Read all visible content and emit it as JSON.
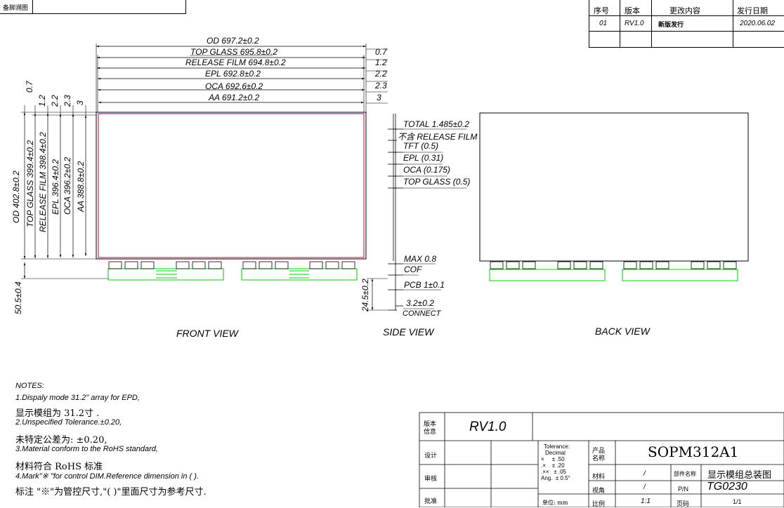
{
  "top_left_box": {
    "text": "备脚溯图"
  },
  "revision_table": {
    "headers": [
      "序号",
      "版本",
      "更改内容",
      "发行日期"
    ],
    "row": [
      "01",
      "RV1.0",
      "新版发行",
      "2020.06.02"
    ]
  },
  "front_view": {
    "width_dims": [
      "OD 697.2±0.2",
      "TOP GLASS 695.8±0.2",
      "RELEASE FILM 694.8±0.2",
      "EPL 692.8±0.2",
      "OCA 692.6±0.2",
      "AA 691.2±0.2"
    ],
    "right_offsets": [
      "0.7",
      "1.2",
      "2.2",
      "2.3",
      "3"
    ],
    "left_offsets": [
      "0.7",
      "1.2",
      "2.2",
      "2.3",
      "3"
    ],
    "height_dims": [
      "OD 402.8±0.2",
      "TOP GLASS 399.4±0.2",
      "RELEASE FILM 398.4±0.2",
      "EPL 396.4±0.2",
      "OCA 396.2±0.2",
      "AA 388.8±0.2"
    ],
    "bottom_dim": "50.5±0.4",
    "label": "FRONT VIEW"
  },
  "side_view": {
    "layers": [
      "TOTAL 1.485±0.2",
      "不含 RELEASE FILM",
      "TFT (0.5)",
      "EPL (0.31)",
      "OCA (0.175)",
      "TOP GLASS (0.5)"
    ],
    "max": "MAX 0.8",
    "cof": "COF",
    "pcb": "PCB 1±0.1",
    "connect_dim": "3.2±0.2",
    "connect": "CONNECT",
    "left_dim": "24.5±0.2",
    "label": "SIDE VIEW"
  },
  "back_view": {
    "label": "BACK VIEW"
  },
  "notes": {
    "title": "NOTES:",
    "lines": [
      "1.Dispaly mode 31.2\" array for EPD,",
      "显示模组为 31.2寸 .",
      "2.Unspecified Tolerance.±0.20,",
      "未特定公差为: ±0.20,",
      "3.Material conform to the RoHS standard,",
      "材料符合 RoHS 标准",
      "4.Mark\"※ \"for control DIM.Reference dimension in ( ).",
      "标注 \"※\"为管控尺寸,\"( )\"里面尺寸为参考尺寸."
    ]
  },
  "title_block": {
    "version_label": "版本信息",
    "version": "RV1.0",
    "design": "设计",
    "review": "审核",
    "approve": "批准",
    "tolerance": [
      "Tolerance:",
      "Decimal",
      "×     ± .50",
      ".×    ± .20",
      ".××   ± .05",
      "Ang.  ± 0.5°"
    ],
    "unit": "单位: mm",
    "product_label": "产品名称",
    "product": "SOPM312A1",
    "material_label": "材料",
    "material": "/",
    "part_label": "部件名称",
    "part": "显示模组总装图",
    "view_label": "视角",
    "view": "/",
    "pn_label": "P/N",
    "pn": "TG0230",
    "scale_label": "比例",
    "scale": "1:1",
    "page_label": "页码",
    "page": "1/1"
  },
  "colors": {
    "line": "#000000",
    "panel_border": "#cc0033",
    "pcb": "#00cc00",
    "aa": "#7a007a"
  }
}
